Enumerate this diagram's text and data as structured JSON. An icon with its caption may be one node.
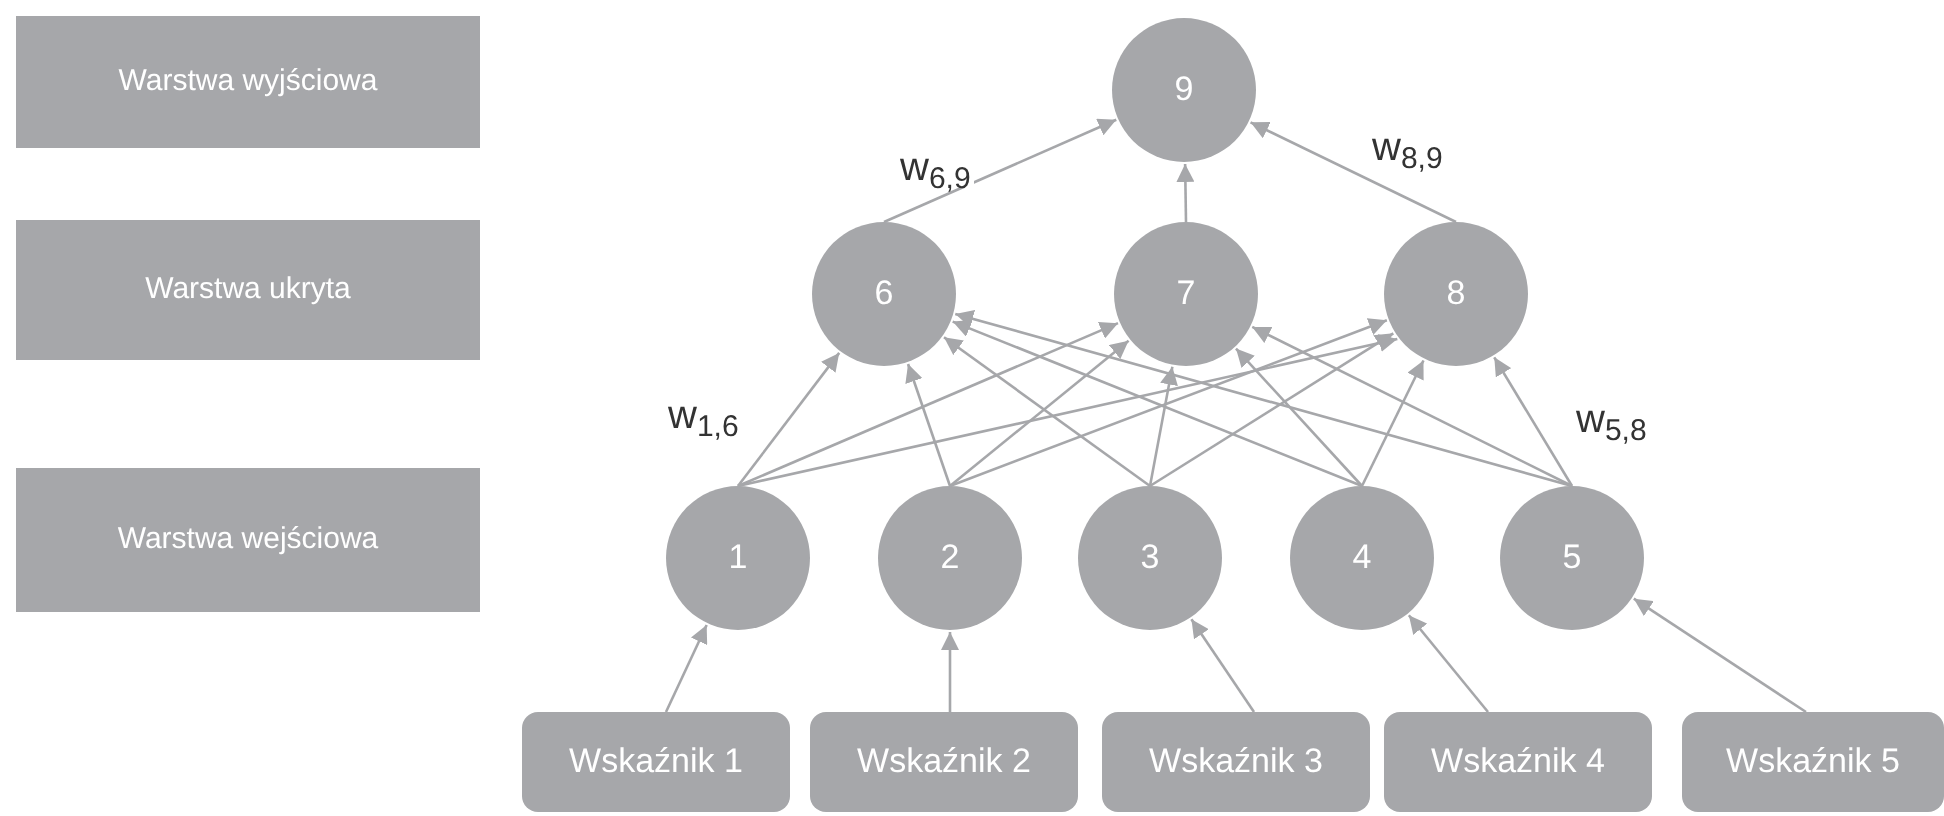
{
  "diagram": {
    "nodes": [
      {
        "text": [
          "Warstwa wyjściowa"
        ]
      },
      {
        "text": [
          "9"
        ]
      },
      {
        "text": [
          "Warstwa ukryta"
        ]
      },
      {
        "text": [
          "6"
        ]
      },
      {
        "text": [
          "7"
        ]
      },
      {
        "text": [
          "8"
        ]
      },
      {
        "text": [
          "Warstwa wejściowa"
        ]
      },
      {
        "text": [
          "1"
        ]
      },
      {
        "text": [
          "2"
        ]
      },
      {
        "text": [
          "3"
        ]
      },
      {
        "text": [
          "4"
        ]
      },
      {
        "text": [
          "5"
        ]
      },
      {
        "text": [
          "Wskaźnik 1"
        ]
      },
      {
        "text": [
          "Wskaźnik 2"
        ]
      },
      {
        "text": [
          "Wskaźnik 3"
        ]
      },
      {
        "text": [
          "Wskaźnik 4"
        ]
      },
      {
        "text": [
          "Wskaźnik 5"
        ]
      }
    ],
    "edges": [
      {
        "from": 12,
        "to": 7,
        "arrow": "to"
      },
      {
        "from": 13,
        "to": 8,
        "arrow": "to"
      },
      {
        "from": 14,
        "to": 9,
        "arrow": "to"
      },
      {
        "from": 15,
        "to": 10,
        "arrow": "to"
      },
      {
        "from": 16,
        "to": 11,
        "arrow": "to"
      },
      {
        "from": 7,
        "to": 3,
        "arrow": "to",
        "label": "w$_{1,6}$"
      },
      {
        "from": 7,
        "to": 4,
        "arrow": "to"
      },
      {
        "from": 7,
        "to": 5,
        "arrow": "to"
      },
      {
        "from": 8,
        "to": 3,
        "arrow": "to"
      },
      {
        "from": 8,
        "to": 4,
        "arrow": "to"
      },
      {
        "from": 8,
        "to": 5,
        "arrow": "to"
      },
      {
        "from": 9,
        "to": 3,
        "arrow": "to"
      },
      {
        "from": 9,
        "to": 4,
        "arrow": "to"
      },
      {
        "from": 9,
        "to": 5,
        "arrow": "to"
      },
      {
        "from": 10,
        "to": 3,
        "arrow": "to"
      },
      {
        "from": 10,
        "to": 4,
        "arrow": "to"
      },
      {
        "from": 10,
        "to": 5,
        "arrow": "to"
      },
      {
        "from": 11,
        "to": 3,
        "arrow": "to"
      },
      {
        "from": 11,
        "to": 4,
        "arrow": "to"
      },
      {
        "from": 11,
        "to": 5,
        "arrow": "to",
        "label": "w$_{5,8}$"
      },
      {
        "from": 3,
        "to": 1,
        "arrow": "to",
        "label": "w$_{6,9}$"
      },
      {
        "from": 4,
        "to": 1,
        "arrow": "to"
      },
      {
        "from": 5,
        "to": 1,
        "arrow": "to",
        "label": "w$_{8,9}$"
      }
    ]
  }
}
